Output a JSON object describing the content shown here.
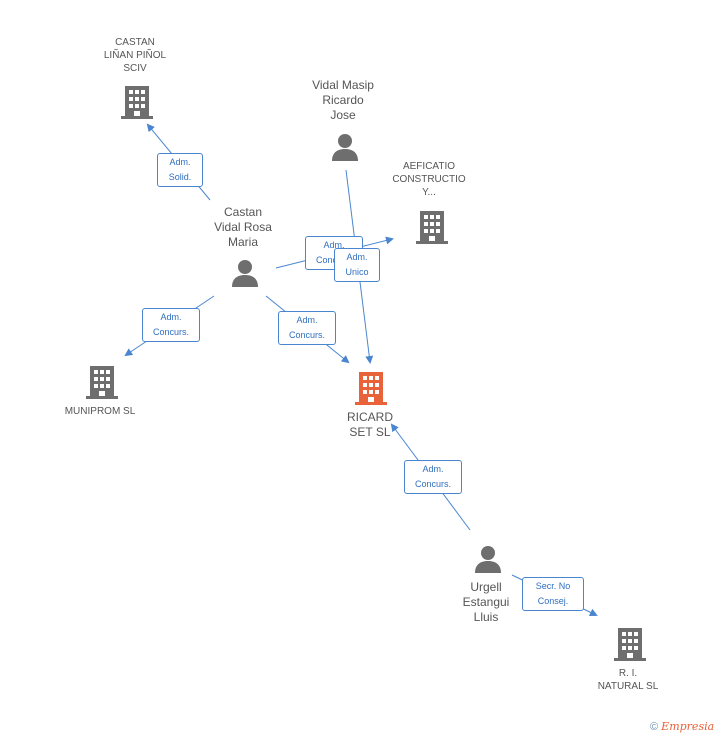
{
  "nodes": {
    "castan_linan": {
      "label": "CASTAN\nLIÑAN PIÑOL\nSCIV"
    },
    "vidal_masip": {
      "label": "Vidal Masip\nRicardo\nJose"
    },
    "aeficatio": {
      "label": "AEFICATIO\nCONSTRUCTIO\nY..."
    },
    "castan_vidal": {
      "label": "Castan\nVidal Rosa\nMaria"
    },
    "muniprom": {
      "label": "MUNIPROM SL"
    },
    "ricard_set": {
      "label": "RICARD\nSET SL"
    },
    "urgell": {
      "label": "Urgell\nEstangui\nLluis"
    },
    "ri_natural": {
      "label": "R.  I.\nNATURAL SL"
    }
  },
  "edges": {
    "e1": {
      "label": "Adm.\nSolid."
    },
    "e2": {
      "label": "Adm.\nConcurs."
    },
    "e3": {
      "label": "Adm.\nUnico"
    },
    "e4": {
      "label": "Adm.\nConcurs."
    },
    "e5": {
      "label": "Adm.\nConcurs."
    },
    "e6": {
      "label": "Adm.\nConcurs."
    },
    "e7": {
      "label": "Secr.  No\nConsej."
    }
  },
  "footer": {
    "copyright": "©",
    "brand": "Empresia"
  },
  "colors": {
    "edge": "#4a86d0",
    "company": "#6e6e6e",
    "center": "#e8623a",
    "person": "#6e6e6e"
  }
}
